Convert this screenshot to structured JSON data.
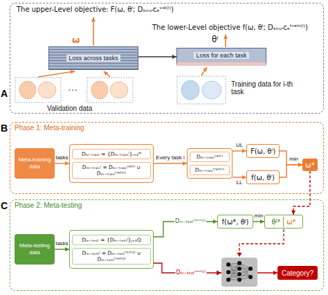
{
  "diagram": {
    "nodes": [
      {
        "text": [
          "A"
        ]
      },
      {
        "text": [
          "Loss across tasks"
        ],
        "in": 0
      },
      {
        "text": [
          "Loss for each task"
        ],
        "in": 0
      },
      {
        "text": [
          "B",
          "Phase 1: Meta-training"
        ]
      },
      {
        "text": [
          "Meta-training data"
        ],
        "in": 3
      },
      {
        "text": [
          "Dₘ₋ₜᵣₐᵢₙ = {Dₘ₋ₜᵣₐᵢₙⁱ}ᵢ₌₁ᴹ",
          "Dₘ₋ₜᵣₐᵢₙⁱ = Dₘ₋ₜᵣₐᵢₙᵛᵃˡ⁽ⁱ⁾ ∪ Dₘ₋ₜᵣₐᵢₙᵗʳᵃⁱⁿ⁽ⁱ⁾"
        ],
        "in": 3
      },
      {
        "text": [
          "Dₘ₋ₜᵣₐᵢₙᵛᵃˡ⁽ⁱ⁾",
          "Dₘ₋ₜᵣₐᵢₙᵗʳᵃⁱⁿ⁽ⁱ⁾"
        ],
        "in": 3
      },
      {
        "text": [
          "F(ω, θⁱ)"
        ],
        "in": 3
      },
      {
        "text": [
          "f(ω, θⁱ)"
        ],
        "in": 3
      },
      {
        "text": [
          "ω*"
        ],
        "in": 3
      },
      {
        "text": [
          "C",
          "Phase 2: Meta-testing"
        ]
      },
      {
        "text": [
          "Meta-testing data"
        ],
        "in": 10
      },
      {
        "text": [
          "Dₘ₋ₜₑₛₜ = {Dₘ₋ₜₑₛₜʲ}ⱼ₌₁Q",
          "Dₘ₋ₜₑₛₜʲ = Dₘ₋ₜₑₛₜᵗᵉˢᵗ⁽ʲ⁾ ∪ Dₘ₋ₜₑₛₜᵗʳᵃⁱⁿ⁽ʲ⁾"
        ],
        "in": 10
      },
      {
        "text": [
          "f(ω*, θʲ)"
        ],
        "in": 10
      },
      {
        "text": [
          "θʲ*",
          "ω*"
        ],
        "in": 10
      },
      {
        "text": [
          "Category?"
        ],
        "in": 10
      }
    ],
    "edges": [
      {
        "from": 1,
        "to": 2,
        "arrow": "to"
      },
      {
        "from": 4,
        "to": 5,
        "label": "tasks",
        "arrow": "to"
      },
      {
        "from": 5,
        "to": 6,
        "label": "Every task i",
        "arrow": "to"
      },
      {
        "from": 6,
        "to": 7,
        "label": "UL",
        "arrow": "to"
      },
      {
        "from": 6,
        "to": 8,
        "label": "LL",
        "arrow": "to"
      },
      {
        "from": 7,
        "to": 9,
        "arrow": "to"
      },
      {
        "from": 8,
        "to": 9,
        "arrow": "to"
      },
      {
        "from": 9,
        "to": 14,
        "arrow": "to"
      },
      {
        "from": 11,
        "to": 12,
        "label": "tasks",
        "arrow": "to"
      },
      {
        "from": 12,
        "to": 13,
        "label": "Dₘ₋ₜₑₛₜᵗᵃʳⁱⁿ⁽ʲ⁾",
        "arrow": "to"
      },
      {
        "from": 13,
        "to": 14,
        "label": "min",
        "arrow": "to"
      },
      {
        "from": 12,
        "to": 15,
        "label": "Dₘ₋ₜₑₛₜᵗᵉˢᵗ⁽ʲ⁾",
        "arrow": "to"
      }
    ],
    "labels": [
      "The upper-Level objective: F(ω, θⁱ; Dₛₒᵤᵣcₑᵛᵃˡ⁽ⁱ⁾)",
      "The lower-Level objective f(ω, θⁱ; Dₛₒᵤᵣcₑᵗʳᵃⁱⁿ⁽ⁱ⁾)",
      "ω",
      "θⁱ",
      "...",
      "Validation data",
      "Training data for i-th task",
      "min"
    ]
  }
}
